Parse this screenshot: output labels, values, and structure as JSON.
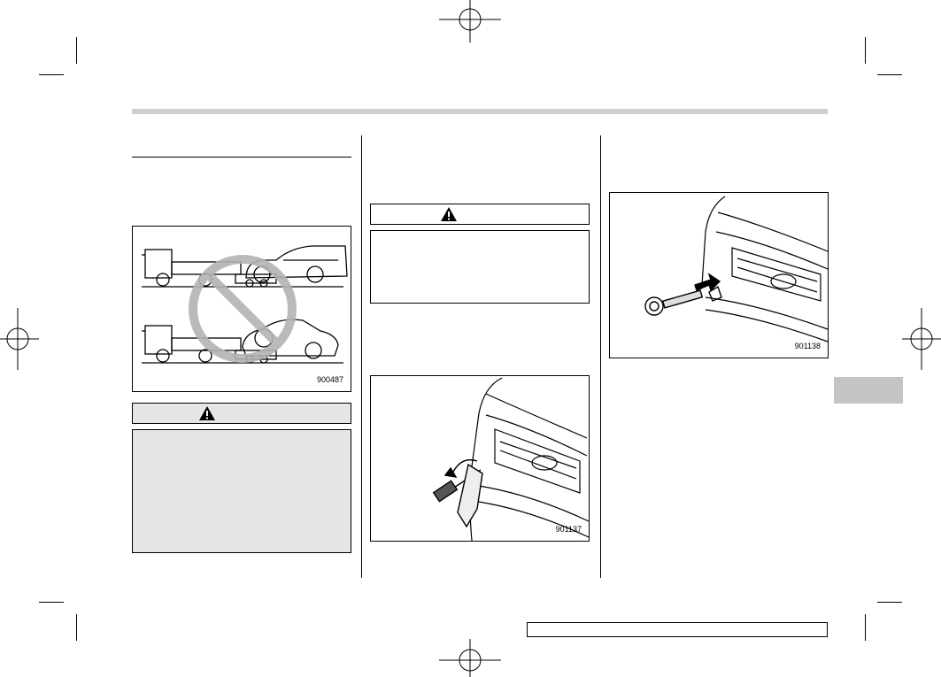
{
  "figures": {
    "fig1_code": "900487",
    "fig2_code": "901137",
    "fig3_code": "901138"
  },
  "icons": {
    "warning": "warning-triangle-icon",
    "prohibited": "prohibited-circle-icon"
  },
  "colors": {
    "header_band": "#cfcfcf",
    "warning_fill": "#e6e6e6",
    "thumb_tab": "#c4c4c4"
  }
}
